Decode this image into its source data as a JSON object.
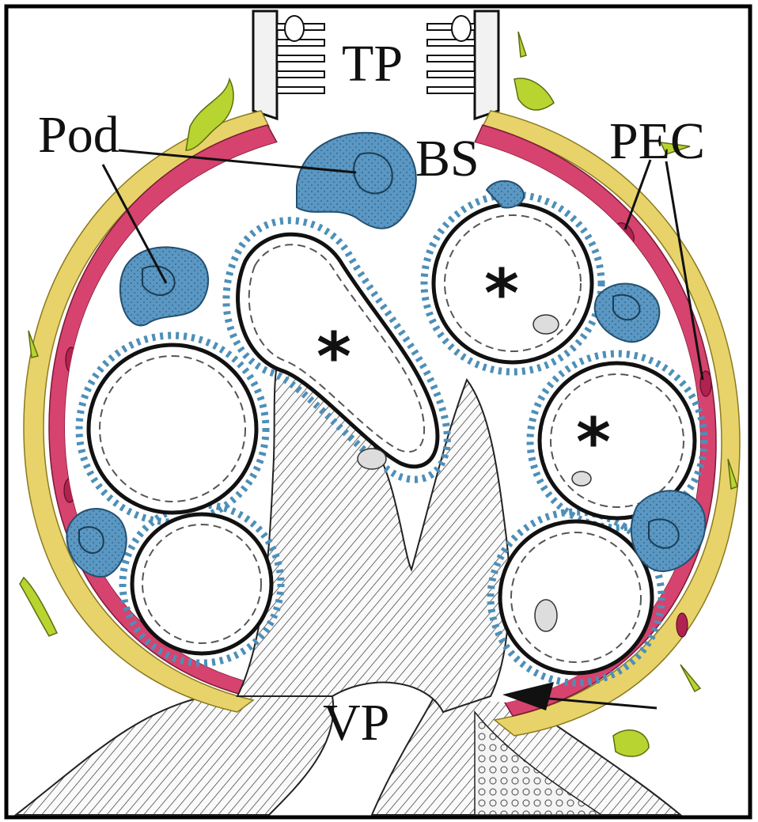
{
  "figure": {
    "labels": {
      "tp": "TP",
      "bs": "BS",
      "pod": "Pod",
      "pec": "PEC",
      "vp": "VP"
    },
    "asterisk": "*",
    "colors": {
      "podocyte": "#4d8fb8",
      "parietal_cell": "#d6436e",
      "basement_membrane": "#e8d36a",
      "interstitial_cell": "#b8d430",
      "lumen": "#ffffff",
      "mesangium_hatch": "#333333",
      "outline": "#111111"
    }
  }
}
